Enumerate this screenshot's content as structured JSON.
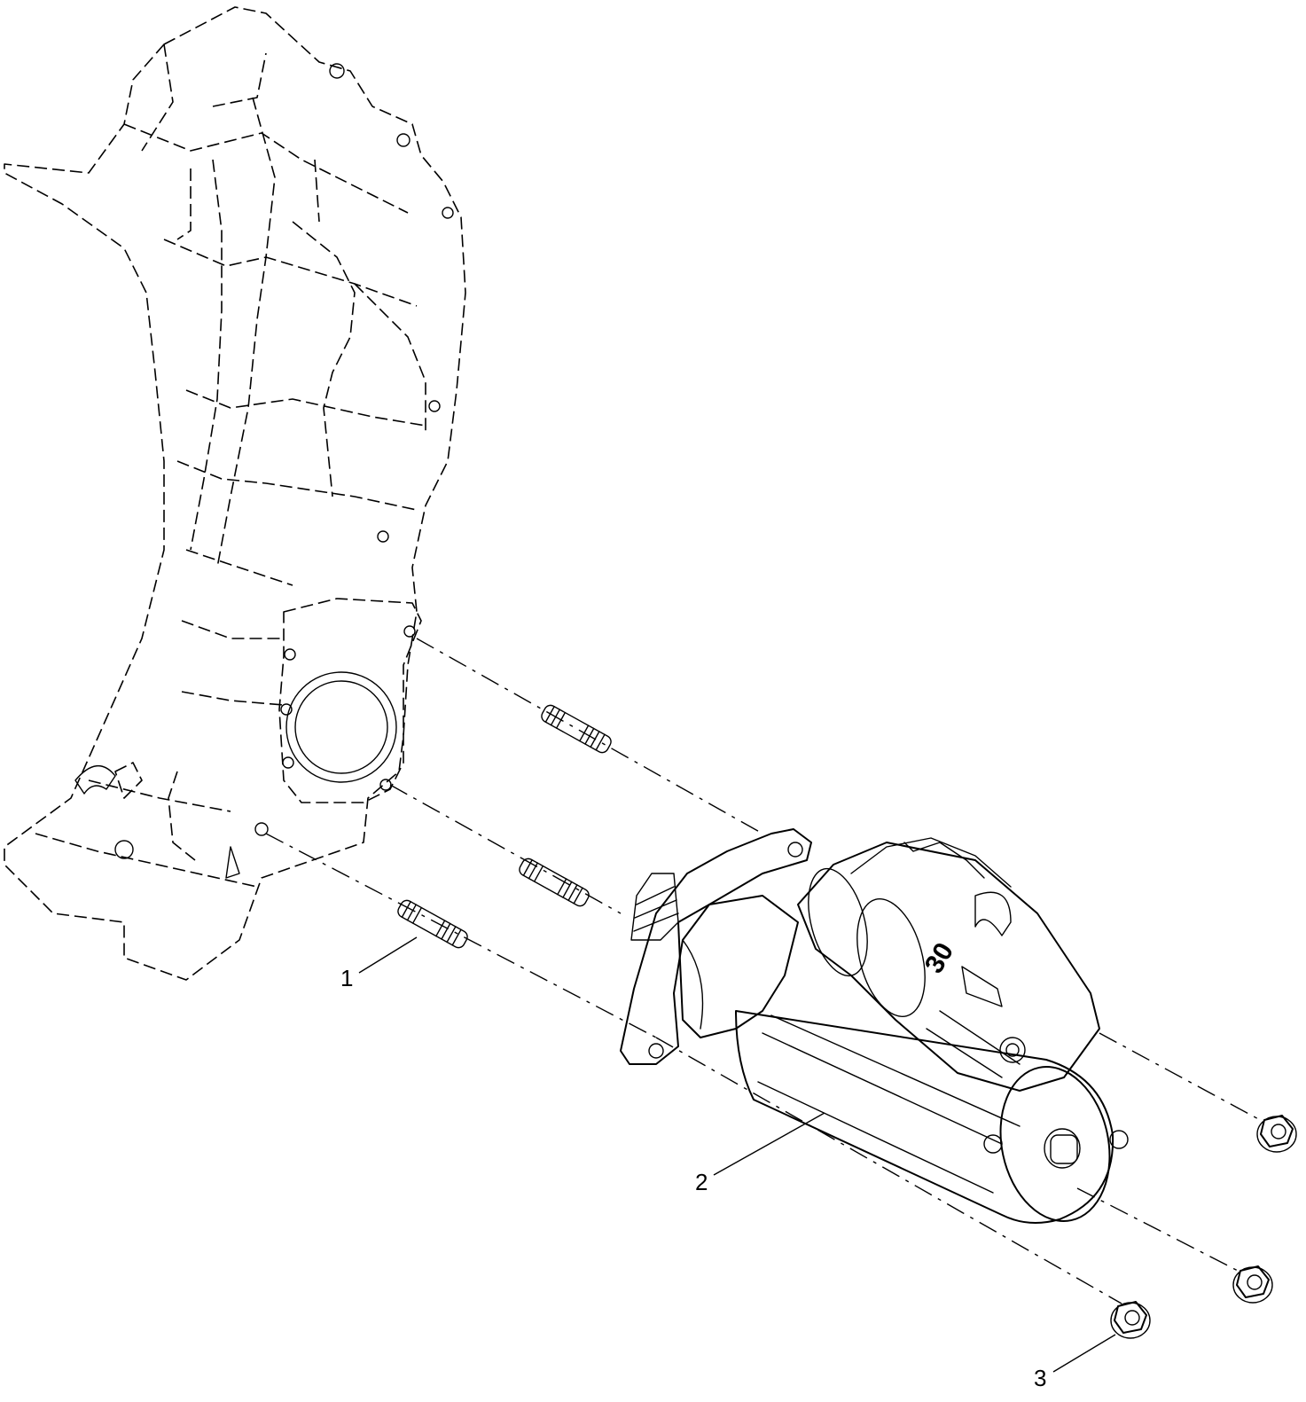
{
  "callouts": [
    {
      "id": "1",
      "label": "1"
    },
    {
      "id": "2",
      "label": "2"
    },
    {
      "id": "3",
      "label": "3"
    }
  ],
  "part_marking": "30",
  "colors": {
    "line": "#000000",
    "background": "#ffffff"
  }
}
